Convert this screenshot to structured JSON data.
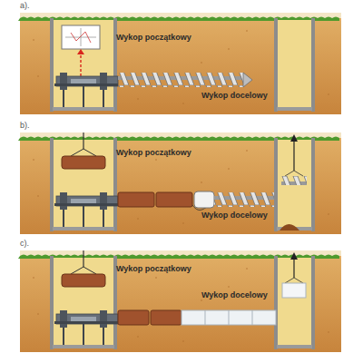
{
  "diagram": {
    "nodes": [
      {
        "text": [
          "a)."
        ]
      },
      {
        "text": [
          "b)."
        ]
      },
      {
        "text": [
          "c)."
        ]
      }
    ],
    "labels": [
      "Wykop początkowy",
      "Wykop docelowy",
      "Wykop początkowy",
      "Wykop docelowy",
      "Wykop początkowy",
      "Wykop docelowy"
    ]
  }
}
